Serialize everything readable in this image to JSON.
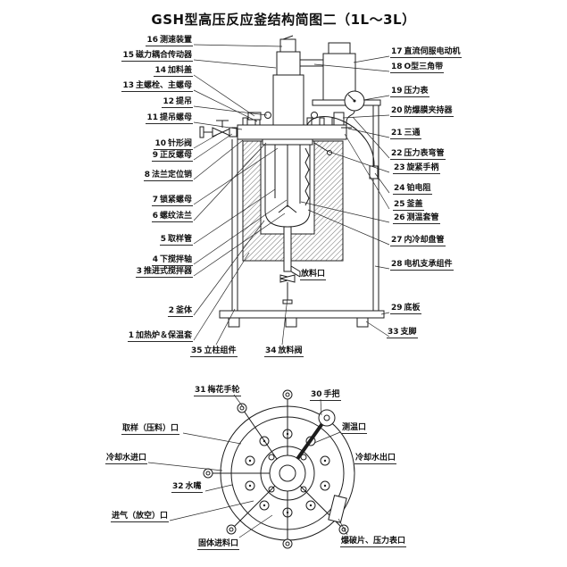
{
  "title": "GSH型高压反应釜结构简图二（1L～3L）",
  "side_view": {
    "left_labels": [
      {
        "num": "16",
        "text": "测速装置"
      },
      {
        "num": "15",
        "text": "磁力耦合传动器"
      },
      {
        "num": "14",
        "text": "加料盖"
      },
      {
        "num": "13",
        "text": "主螺栓、主螺母"
      },
      {
        "num": "12",
        "text": "提吊"
      },
      {
        "num": "11",
        "text": "提吊螺母"
      },
      {
        "num": "10",
        "text": "针形阀"
      },
      {
        "num": "9",
        "text": "正反螺母"
      },
      {
        "num": "8",
        "text": "法兰定位销"
      },
      {
        "num": "7",
        "text": "锁紧螺母"
      },
      {
        "num": "6",
        "text": "螺纹法兰"
      },
      {
        "num": "5",
        "text": "取样管"
      },
      {
        "num": "4",
        "text": "下搅拌轴"
      },
      {
        "num": "3",
        "text": "推进式搅拌器"
      },
      {
        "num": "2",
        "text": "釜体"
      },
      {
        "num": "1",
        "text": "加热炉＆保温套"
      }
    ],
    "right_labels": [
      {
        "num": "17",
        "text": "直流伺服电动机"
      },
      {
        "num": "18",
        "text": "O型三角带"
      },
      {
        "num": "19",
        "text": "压力表"
      },
      {
        "num": "20",
        "text": "防爆膜夹持器"
      },
      {
        "num": "21",
        "text": "三通"
      },
      {
        "num": "22",
        "text": "压力表弯管"
      },
      {
        "num": "23",
        "text": "旋紧手柄"
      },
      {
        "num": "24",
        "text": "铂电阻"
      },
      {
        "num": "25",
        "text": "釜盖"
      },
      {
        "num": "26",
        "text": "测温套管"
      },
      {
        "num": "27",
        "text": "内冷却盘管"
      },
      {
        "num": "28",
        "text": "电机支承组件"
      },
      {
        "num": "29",
        "text": "底板"
      },
      {
        "num": "33",
        "text": "支脚"
      }
    ],
    "bottom_labels": [
      {
        "num": "35",
        "text": "立柱组件"
      },
      {
        "num": "34",
        "text": "放料阀"
      }
    ],
    "port_label": "放料口"
  },
  "top_view": {
    "labels": [
      {
        "num": "31",
        "text": "梅花手轮"
      },
      {
        "num": "30",
        "text": "手把"
      },
      {
        "num": "",
        "text": "取样（压料）口"
      },
      {
        "num": "",
        "text": "测温口"
      },
      {
        "num": "",
        "text": "冷却水进口"
      },
      {
        "num": "",
        "text": "冷却水出口"
      },
      {
        "num": "32",
        "text": "水嘴"
      },
      {
        "num": "",
        "text": "进气（放空）口"
      },
      {
        "num": "",
        "text": "固体进料口"
      },
      {
        "num": "",
        "text": "爆破片、压力表口"
      }
    ]
  },
  "colors": {
    "line": "#1c1c1c",
    "text": "#111111",
    "background": "#ffffff"
  }
}
